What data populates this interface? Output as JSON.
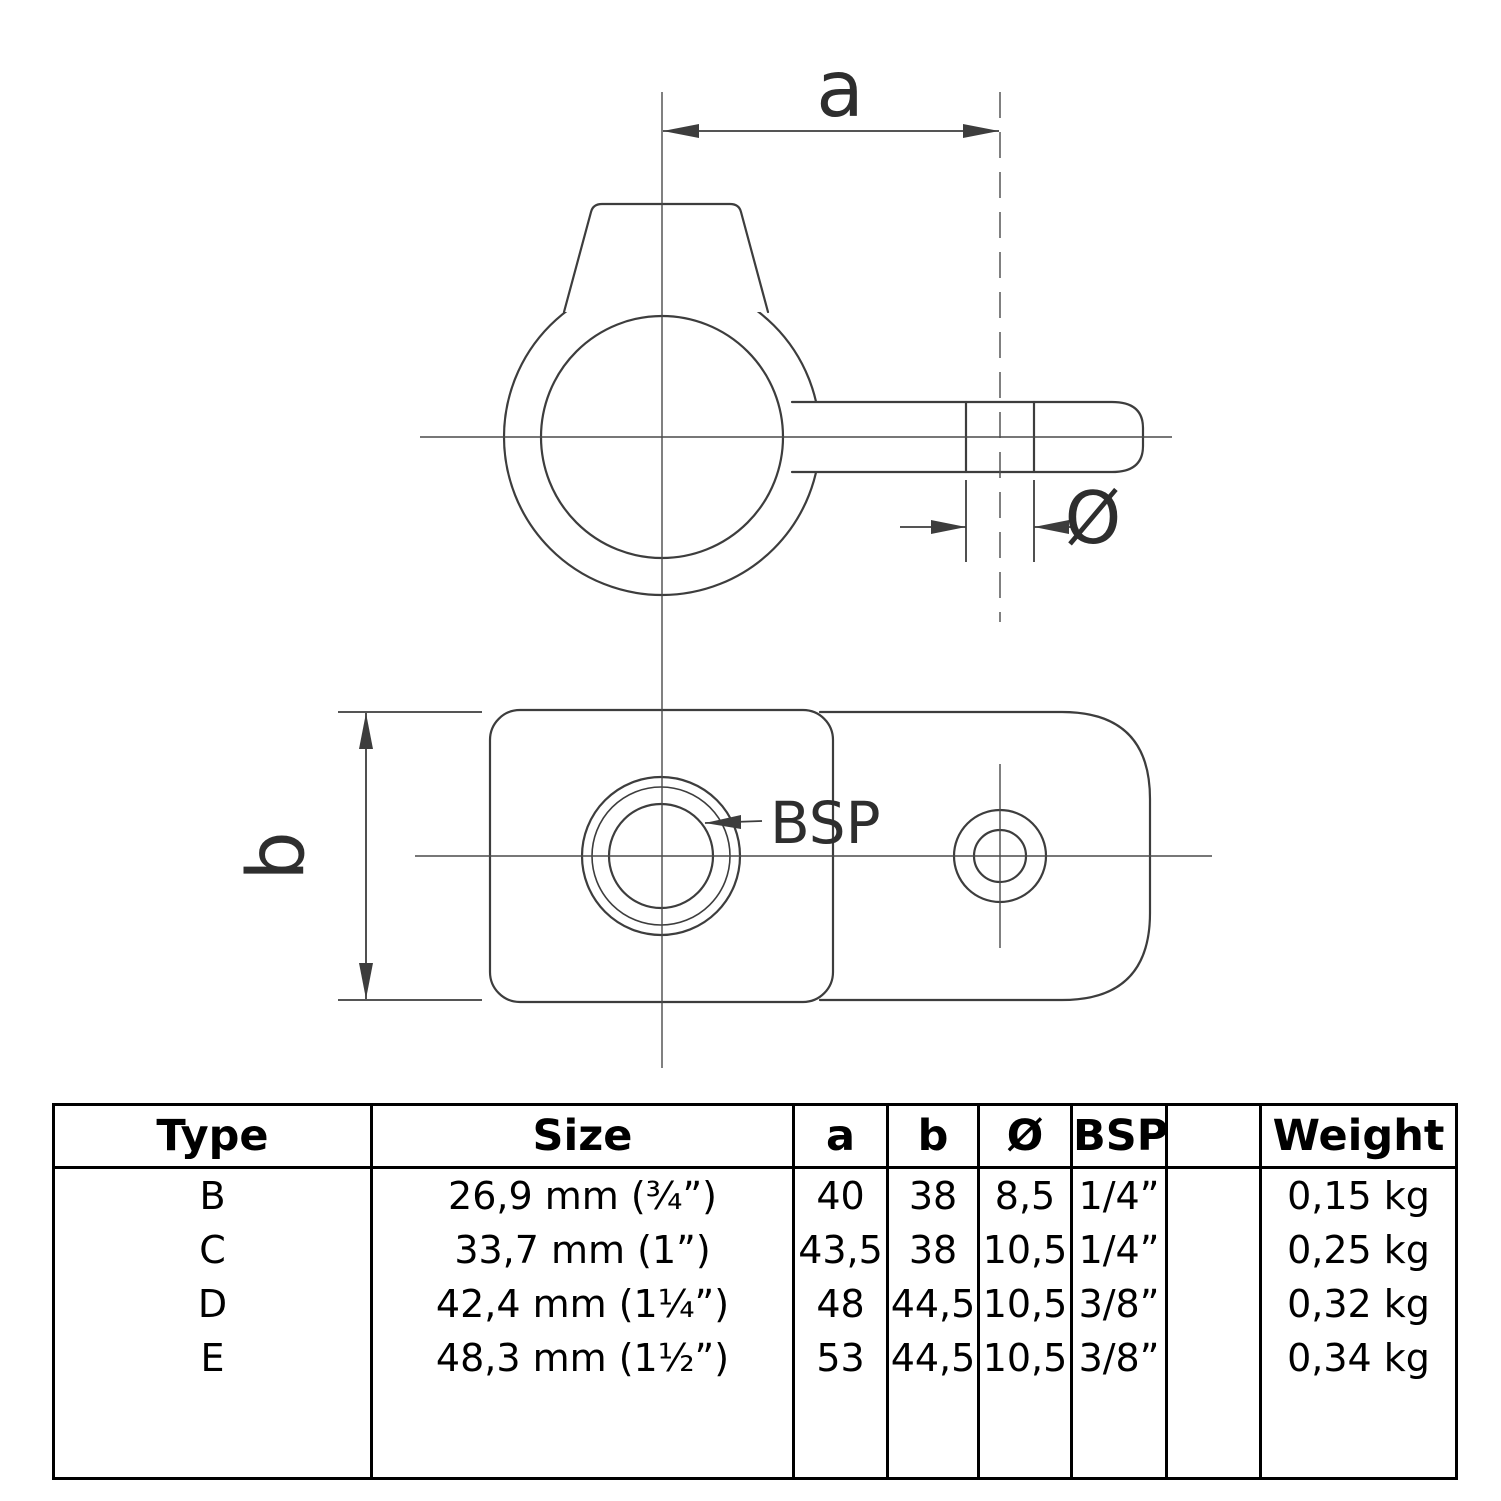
{
  "drawing": {
    "dim_a_label": "a",
    "dim_b_label": "b",
    "dim_dia_label": "Ø",
    "bsp_label": "BSP",
    "stroke_color": "#3d3d3d"
  },
  "table": {
    "headers": {
      "type": "Type",
      "size": "Size",
      "a": "a",
      "b": "b",
      "dia": "Ø",
      "bsp": "BSP",
      "spacer": "",
      "weight": "Weight"
    },
    "rows": [
      {
        "type": "B",
        "size": "26,9 mm (¾”)",
        "a": "40",
        "b": "38",
        "dia": "8,5",
        "bsp": "1/4”",
        "spacer": "",
        "weight": "0,15 kg"
      },
      {
        "type": "C",
        "size": "33,7 mm (1”)",
        "a": "43,5",
        "b": "38",
        "dia": "10,5",
        "bsp": "1/4”",
        "spacer": "",
        "weight": "0,25 kg"
      },
      {
        "type": "D",
        "size": "42,4 mm (1¼”)",
        "a": "48",
        "b": "44,5",
        "dia": "10,5",
        "bsp": "3/8”",
        "spacer": "",
        "weight": "0,32 kg"
      },
      {
        "type": "E",
        "size": "48,3 mm (1½”)",
        "a": "53",
        "b": "44,5",
        "dia": "10,5",
        "bsp": "3/8”",
        "spacer": "",
        "weight": "0,34 kg"
      }
    ]
  }
}
